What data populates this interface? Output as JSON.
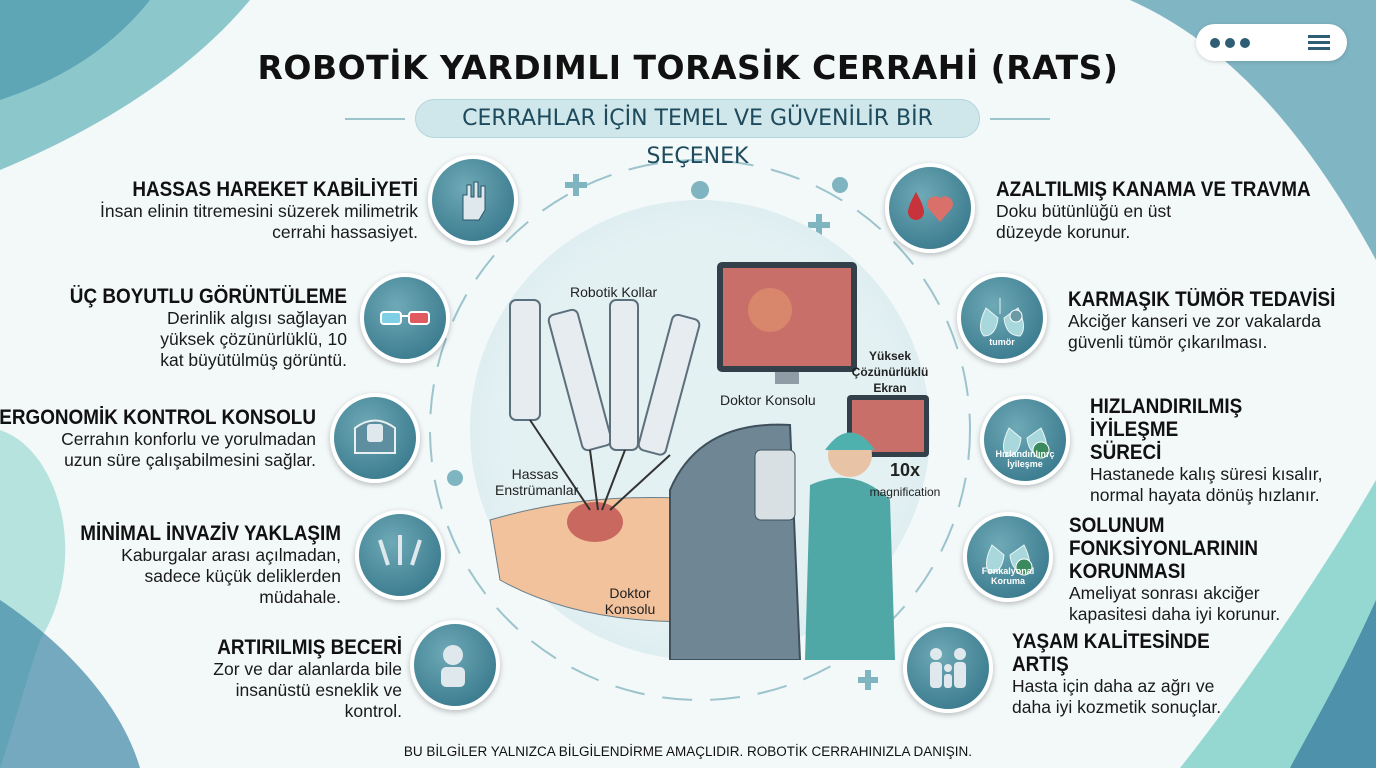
{
  "header": {
    "title": "ROBOTİK YARDIMLI TORASİK CERRAHİ (RATS)",
    "subtitle": "CERRAHLAR İÇİN TEMEL VE GÜVENİLİR BİR SEÇENEK"
  },
  "colors": {
    "accent": "#2d6f84",
    "pill": "#cfe6ea",
    "background": "#f3f8f9",
    "teal": "#7fcfc6"
  },
  "left_items": [
    {
      "title": "HASSAS HAREKET KABİLİYETİ",
      "text": "İnsan elinin titremesini süzerek milimetrik cerrahi hassasiyet.",
      "icon": "robotic-hand-icon"
    },
    {
      "title": "ÜÇ BOYUTLU GÖRÜNTÜLEME",
      "text": "Derinlik algısı sağlayan yüksek çözünürlüklü, 10 kat büyütülmüş görüntü.",
      "icon": "3d-glasses-icon"
    },
    {
      "title": "ERGONOMİK KONTROL KONSOLU",
      "text": "Cerrahın konforlu ve yorulmadan uzun süre çalışabilmesini sağlar.",
      "icon": "console-icon"
    },
    {
      "title": "MİNİMAL İNVAZİV YAKLAŞIM",
      "text": "Kaburgalar arası açılmadan, sadece küçük deliklerden müdahale.",
      "icon": "robotic-arms-icon"
    },
    {
      "title": "ARTIRILMIŞ BECERİ",
      "text": "Zor ve dar alanlarda bile insanüstü esneklik ve kontrol.",
      "icon": "robot-icon"
    }
  ],
  "right_items": [
    {
      "title": "AZALTILMIŞ KANAMA VE TRAVMA",
      "text": "Doku bütünlüğü en üst düzeyde korunur.",
      "icon": "blood-heart-icon",
      "badge": ""
    },
    {
      "title": "KARMAŞIK TÜMÖR TEDAVİSİ",
      "text": "Akciğer kanseri ve zor vakalarda güvenli tümör çıkarılması.",
      "icon": "lung-tumor-icon",
      "badge": "tumör"
    },
    {
      "title": "HIZLANDIRILMIŞ İYİLEŞME SÜRECİ",
      "text": "Hastanede kalış süresi kısalır, normal hayata dönüş hızlanır.",
      "icon": "lung-check-icon",
      "badge": "Hızlandınlınrç İyileşme"
    },
    {
      "title": "SOLUNUM FONKSİYONLARININ KORUNMASI",
      "text": "Ameliyat sonrası akciğer kapasitesi daha iyi korunur.",
      "icon": "lung-check-icon",
      "badge": "Fonkalyonal Koruma"
    },
    {
      "title": "YAŞAM KALİTESİNDE ARTIŞ",
      "text": "Hasta için daha az ağrı ve daha iyi kozmetik sonuçlar.",
      "icon": "family-icon",
      "badge": ""
    }
  ],
  "center": {
    "robotic_arms": "Robotik Kollar",
    "instruments": "Hassas Enstrümanlar",
    "console_top": "Doktor Konsolu",
    "console_bottom": "Doktor Konsolu",
    "screen": "Yüksek Çözünürlüklü Ekran",
    "magnification_value": "10x",
    "magnification_label": "magnification"
  },
  "footer": "BU BİLGİLER YALNIZCA BİLGİLENDİRME AMAÇLIDIR. ROBOTİK CERRAHINIZLA DANIŞIN."
}
